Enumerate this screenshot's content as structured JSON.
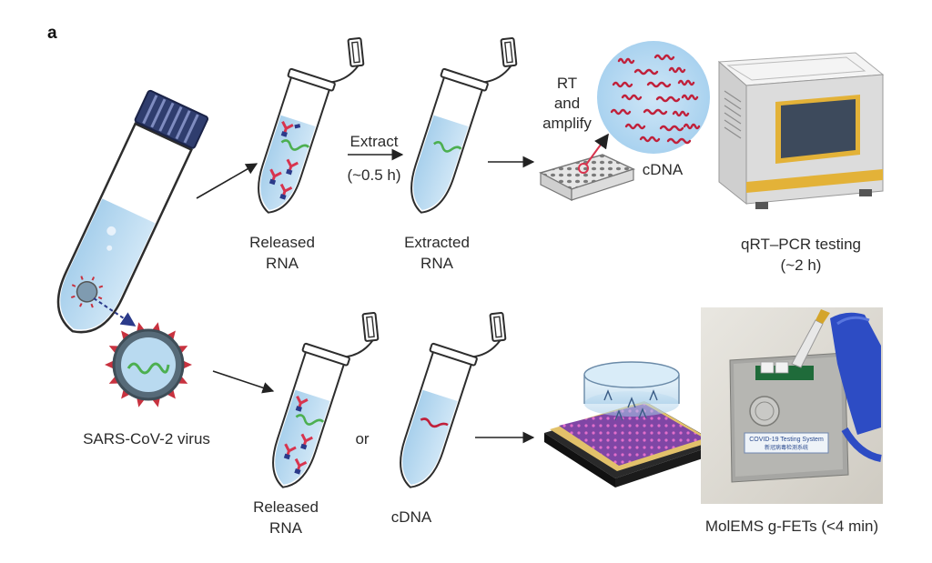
{
  "figure": {
    "panel_label": "a",
    "labels": {
      "virus": "SARS-CoV-2 virus",
      "released_rna_top_1": "Released",
      "released_rna_top_2": "RNA",
      "extract_1": "Extract",
      "extract_2": "(~0.5 h)",
      "extracted_rna_1": "Extracted",
      "extracted_rna_2": "RNA",
      "rt_1": "RT",
      "rt_2": "and",
      "rt_3": "amplify",
      "cdna_top": "cDNA",
      "qrt_1": "qRT–PCR testing",
      "qrt_2": "(~2 h)",
      "released_rna_bottom_1": "Released",
      "released_rna_bottom_2": "RNA",
      "or": "or",
      "cdna_bottom": "cDNA",
      "molems": "MolEMS g-FETs (<4 min)",
      "device_label_1": "COVID-19 Testing System",
      "device_label_2": "新冠病毒检测系统"
    },
    "colors": {
      "liquid": "#b9daf0",
      "tube_outline": "#2d2d2d",
      "cap": "#2f3d6e",
      "rna": "#4caf50",
      "protein": "#d8344e",
      "spike": "#c8323f",
      "cdna": "#c0203a",
      "arrow": "#222222",
      "virus_arrow": "#2b3a8a"
    }
  }
}
